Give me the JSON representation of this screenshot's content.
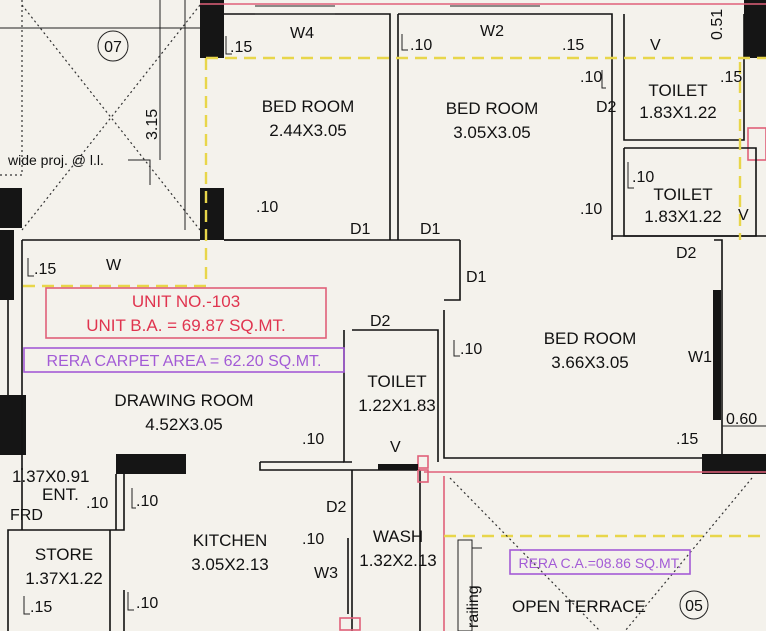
{
  "colors": {
    "wall": "#151515",
    "unit_label": "#e0344f",
    "rera_label": "#a35bd6",
    "area_boundary": "#e8d64a",
    "unit_boundary": "#e0607a"
  },
  "unit": {
    "number": "UNIT NO.-103",
    "built_area": "UNIT B.A. = 69.87 SQ.MT.",
    "rera_carpet": "RERA CARPET AREA = 62.20 SQ.MT.",
    "rera_terrace": "RERA C.A.=08.86 SQ.MT."
  },
  "rooms": {
    "bed1": {
      "name": "BED ROOM",
      "size": "2.44X3.05"
    },
    "bed2": {
      "name": "BED ROOM",
      "size": "3.05X3.05"
    },
    "toilet_top": {
      "name": "TOILET",
      "size": "1.83X1.22"
    },
    "toilet_mid": {
      "name": "TOILET",
      "size": "1.83X1.22"
    },
    "bed3": {
      "name": "BED ROOM",
      "size": "3.66X3.05"
    },
    "toilet_center": {
      "name": "TOILET",
      "size": "1.22X1.83"
    },
    "drawing": {
      "name": "DRAWING ROOM",
      "size": "4.52X3.05"
    },
    "kitchen": {
      "name": "KITCHEN",
      "size": "3.05X2.13"
    },
    "wash": {
      "name": "WASH",
      "size": "1.32X2.13"
    },
    "store": {
      "name": "STORE",
      "size": "1.37X1.22"
    },
    "entrance": {
      "name": "ENT.",
      "size": "1.37X0.91"
    },
    "terrace": {
      "name": "OPEN TERRACE",
      "number": "05"
    },
    "neighbor": {
      "number": "07"
    }
  },
  "annotations": {
    "w4": "W4",
    "w2": "W2",
    "w": "W",
    "w1": "W1",
    "w3": "W3",
    "d1": "D1",
    "d2": "D2",
    "v": "V",
    "frd": "FRD",
    "proj": "wide proj. @ l.l.",
    "railing": "railing",
    "d15": ".15",
    "d10": ".10",
    "d315": "3.15",
    "d051": "0.51",
    "d060": "0.60"
  }
}
